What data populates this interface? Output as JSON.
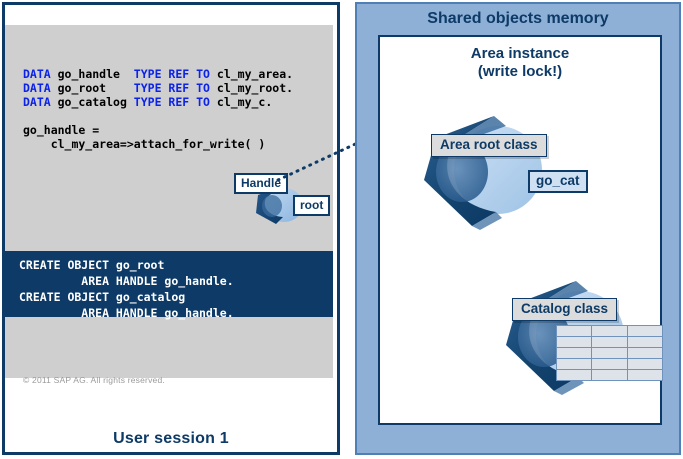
{
  "left_panel": {
    "name": "User session panel",
    "code_light": [
      {
        "segments": [
          {
            "t": "DATA",
            "k": true
          },
          {
            "t": " go_handle  ",
            "k": false
          },
          {
            "t": "TYPE REF TO ",
            "k": true
          },
          {
            "t": "cl_my_area.",
            "k": false
          }
        ]
      },
      {
        "segments": [
          {
            "t": "DATA",
            "k": true
          },
          {
            "t": " go_root    ",
            "k": false
          },
          {
            "t": "TYPE REF TO ",
            "k": true
          },
          {
            "t": "cl_my_root.",
            "k": false
          }
        ]
      },
      {
        "segments": [
          {
            "t": "DATA",
            "k": true
          },
          {
            "t": " go_catalog ",
            "k": false
          },
          {
            "t": "TYPE REF TO ",
            "k": true
          },
          {
            "t": "cl_my_c.",
            "k": false
          }
        ]
      },
      {
        "segments": [
          {
            "t": "",
            "k": false
          }
        ]
      },
      {
        "segments": [
          {
            "t": "go_handle =",
            "k": false
          }
        ]
      },
      {
        "segments": [
          {
            "t": "    cl_my_area=>attach_for_write( )",
            "k": false
          }
        ]
      }
    ],
    "code_dark": "CREATE OBJECT go_root\n         AREA HANDLE go_handle.\nCREATE OBJECT go_catalog\n         AREA HANDLE go_handle.",
    "copyright": "© 2011 SAP AG. All rights reserved.",
    "footer": "User session 1",
    "chips": {
      "handle": "Handle",
      "root": "root"
    }
  },
  "right_panel": {
    "title": "Shared objects memory",
    "area_instance": {
      "title_line1": "Area instance",
      "title_line2": "(write lock!)",
      "area_root_class_label": "Area root class",
      "go_cat_label": "go_cat",
      "catalog_class_label": "Catalog class",
      "catalog_table": {
        "rows": 5,
        "cols": 3
      }
    }
  },
  "colors": {
    "navy": "#0d3a66",
    "panel_blue": "#8eb0d7",
    "panel_border_blue": "#4f7fb5",
    "code_gray": "#cfcfcf",
    "code_dark_bg": "#0d3a66",
    "keyword_blue": "#0b22e8",
    "label_gray": "#dcdcdc",
    "go_cat_blue": "#cfe0f3",
    "object_dark": "#1d4d7c",
    "object_light": "#a9c8e8"
  }
}
